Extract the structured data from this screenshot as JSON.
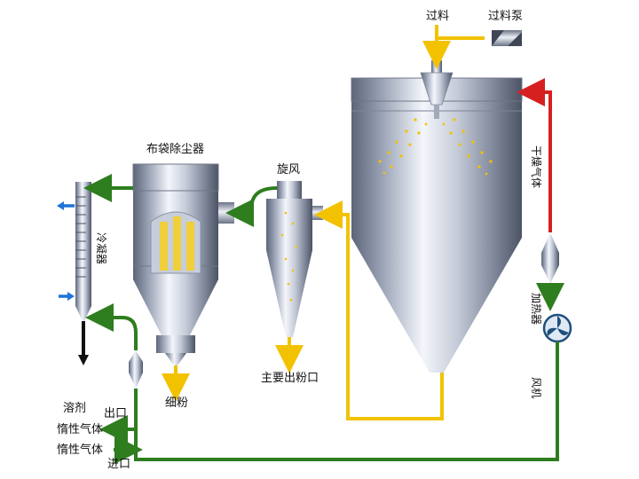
{
  "labels": {
    "feed": "过料",
    "feed_pump": "过料泵",
    "bag_filter": "布袋除尘器",
    "cyclone": "旋风",
    "condenser": "冷凝器",
    "dry_gas": "干燥气体",
    "heater": "加热器",
    "fan": "风机",
    "solvent": "溶剂",
    "fine_powder": "细粉",
    "main_outlet": "主要出粉口",
    "outlet": "出口",
    "inert_gas_out": "惰性气体",
    "inert_gas_in": "惰性气体",
    "inlet": "进口"
  },
  "colors": {
    "green": "#2e7d1e",
    "yellow": "#f2c200",
    "red": "#d62020",
    "blue": "#1e73d6",
    "black": "#111111"
  }
}
